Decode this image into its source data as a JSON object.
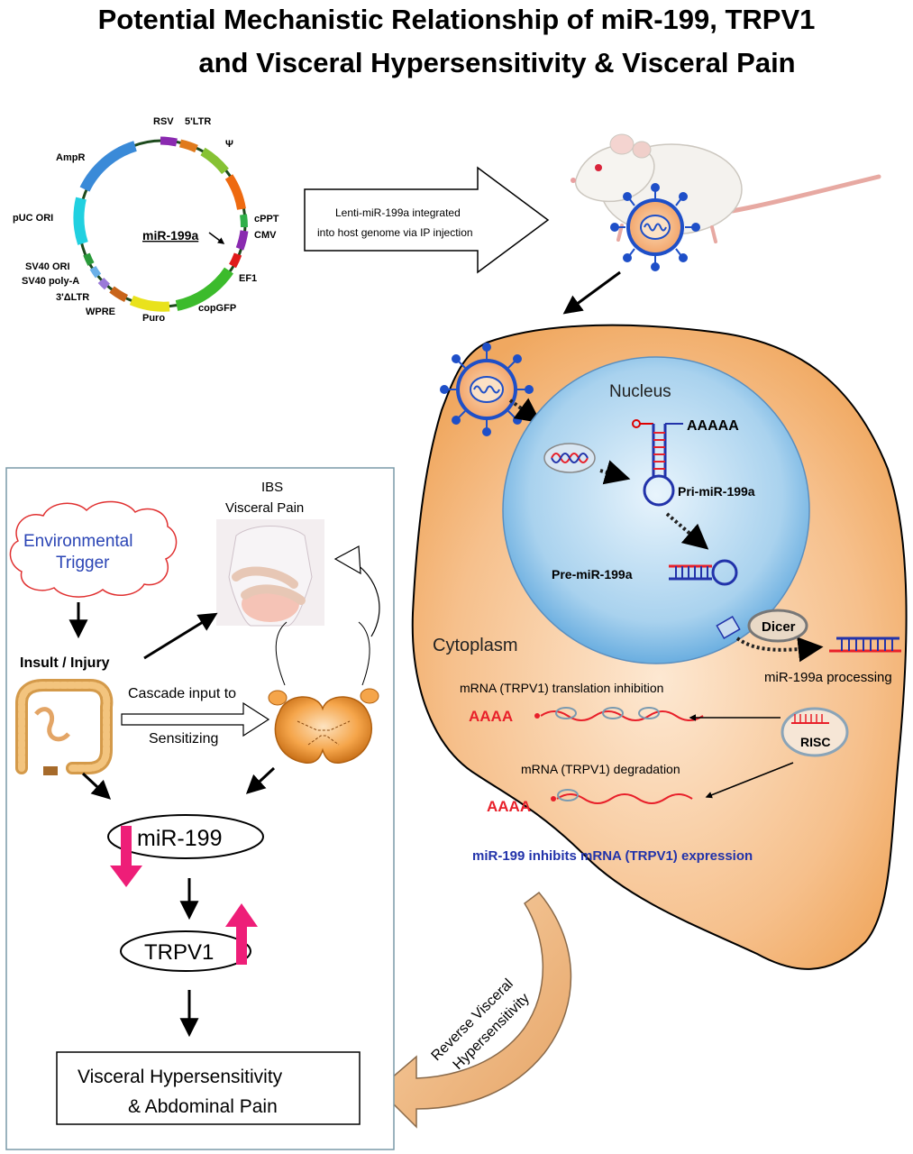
{
  "title": {
    "line1": "Potential Mechanistic Relationship of miR-199, TRPV1",
    "line2": "and Visceral Hypersensitivity & Visceral Pain"
  },
  "plasmid": {
    "center_label": "miR-199a",
    "features": [
      "RSV",
      "5'LTR",
      "Ψ",
      "cPPT",
      "CMV",
      "EF1",
      "copGFP",
      "Puro",
      "WPRE",
      "3'ΔLTR",
      "SV40 poly-A",
      "SV40 ORI",
      "pUC ORI",
      "AmpR"
    ]
  },
  "lenti_arrow": {
    "line1": "Lenti-miR-199a  integrated",
    "line2": "into host genome via IP injection"
  },
  "cell": {
    "nucleus_label": "Nucleus",
    "polya_label": "AAAAA",
    "pri_label": "Pri-miR-199a",
    "pre_label": "Pre-miR-199a",
    "cytoplasm_label": "Cytoplasm",
    "dicer_label": "Dicer",
    "processing_label": "miR-199a  processing",
    "translation_label": "mRNA (TRPV1)  translation inhibition",
    "aaaa_1": "AAAA",
    "risc_label": "RISC",
    "degradation_label": "mRNA (TRPV1)  degradation",
    "aaaa_2": "AAAA",
    "inhibits_label": "miR-199 inhibits mRNA   (TRPV1) expression"
  },
  "reverse_arrow": {
    "line1": "Reverse Visceral",
    "line2": "Hypersensitivity"
  },
  "pathway": {
    "env_line1": "Environmental",
    "env_line2": "Trigger",
    "ibs_line1": "IBS",
    "ibs_line2": "Visceral Pain",
    "insult": "Insult / Injury",
    "cascade": "Cascade input to",
    "sensitizing": "Sensitizing",
    "mir": "miR-199",
    "trpv1": "TRPV1",
    "outcome_line1": "Visceral  Hypersensitivity",
    "outcome_line2": "& Abdominal Pain"
  },
  "colors": {
    "cytoplasm": "#f6c08c",
    "nucleus": "#a9d2ee",
    "pink_arrow": "#ee1e78",
    "label_blue": "#2233aa",
    "rna_red": "#e8202a",
    "env_red": "#e03030",
    "env_text": "#2b45b5"
  }
}
